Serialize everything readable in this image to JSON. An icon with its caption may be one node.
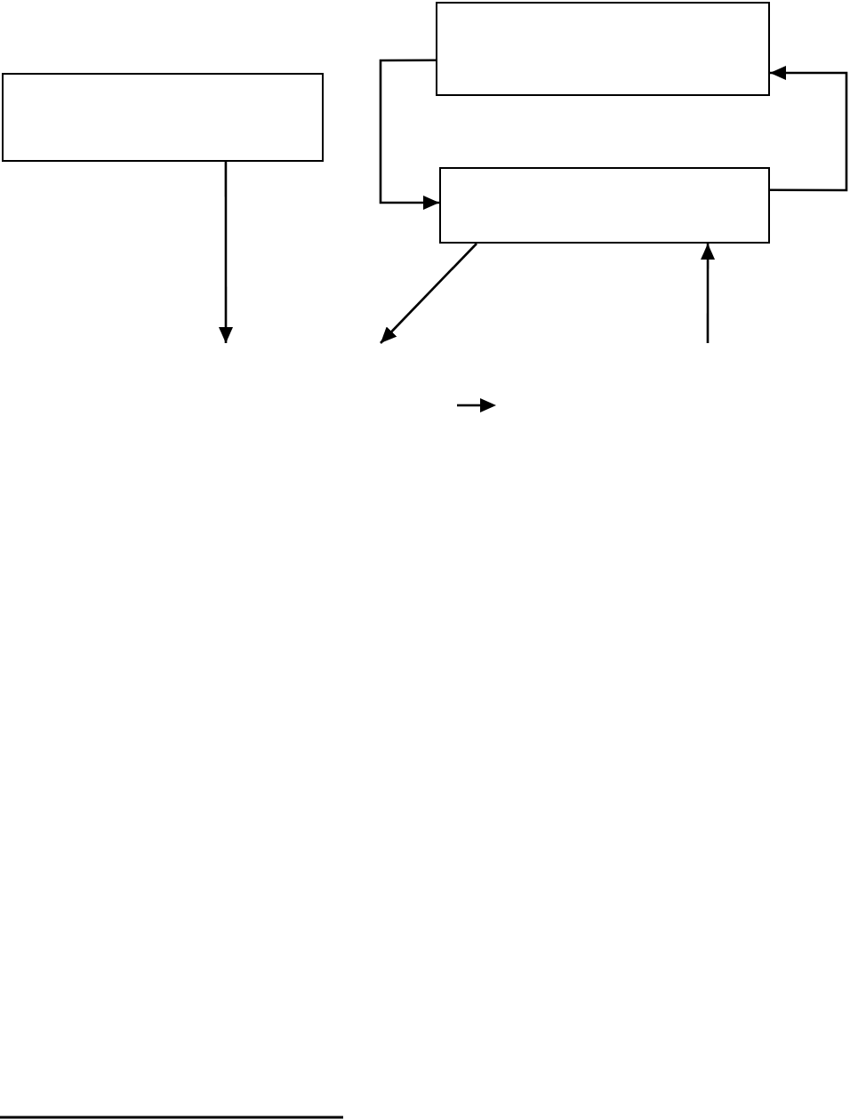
{
  "diagram": {
    "nodes": [
      {
        "text": [],
        "shape": "box"
      },
      {
        "text": [],
        "shape": "box"
      },
      {
        "text": [],
        "shape": "box"
      }
    ],
    "edges": [
      {
        "from": 0,
        "to": null,
        "arrow": "to"
      },
      {
        "from": 1,
        "to": 2,
        "arrow": "to"
      },
      {
        "from": 2,
        "to": 1,
        "arrow": "to"
      },
      {
        "from": 2,
        "to": null,
        "arrow": "to"
      },
      {
        "from": null,
        "to": 2,
        "arrow": "to"
      }
    ]
  }
}
